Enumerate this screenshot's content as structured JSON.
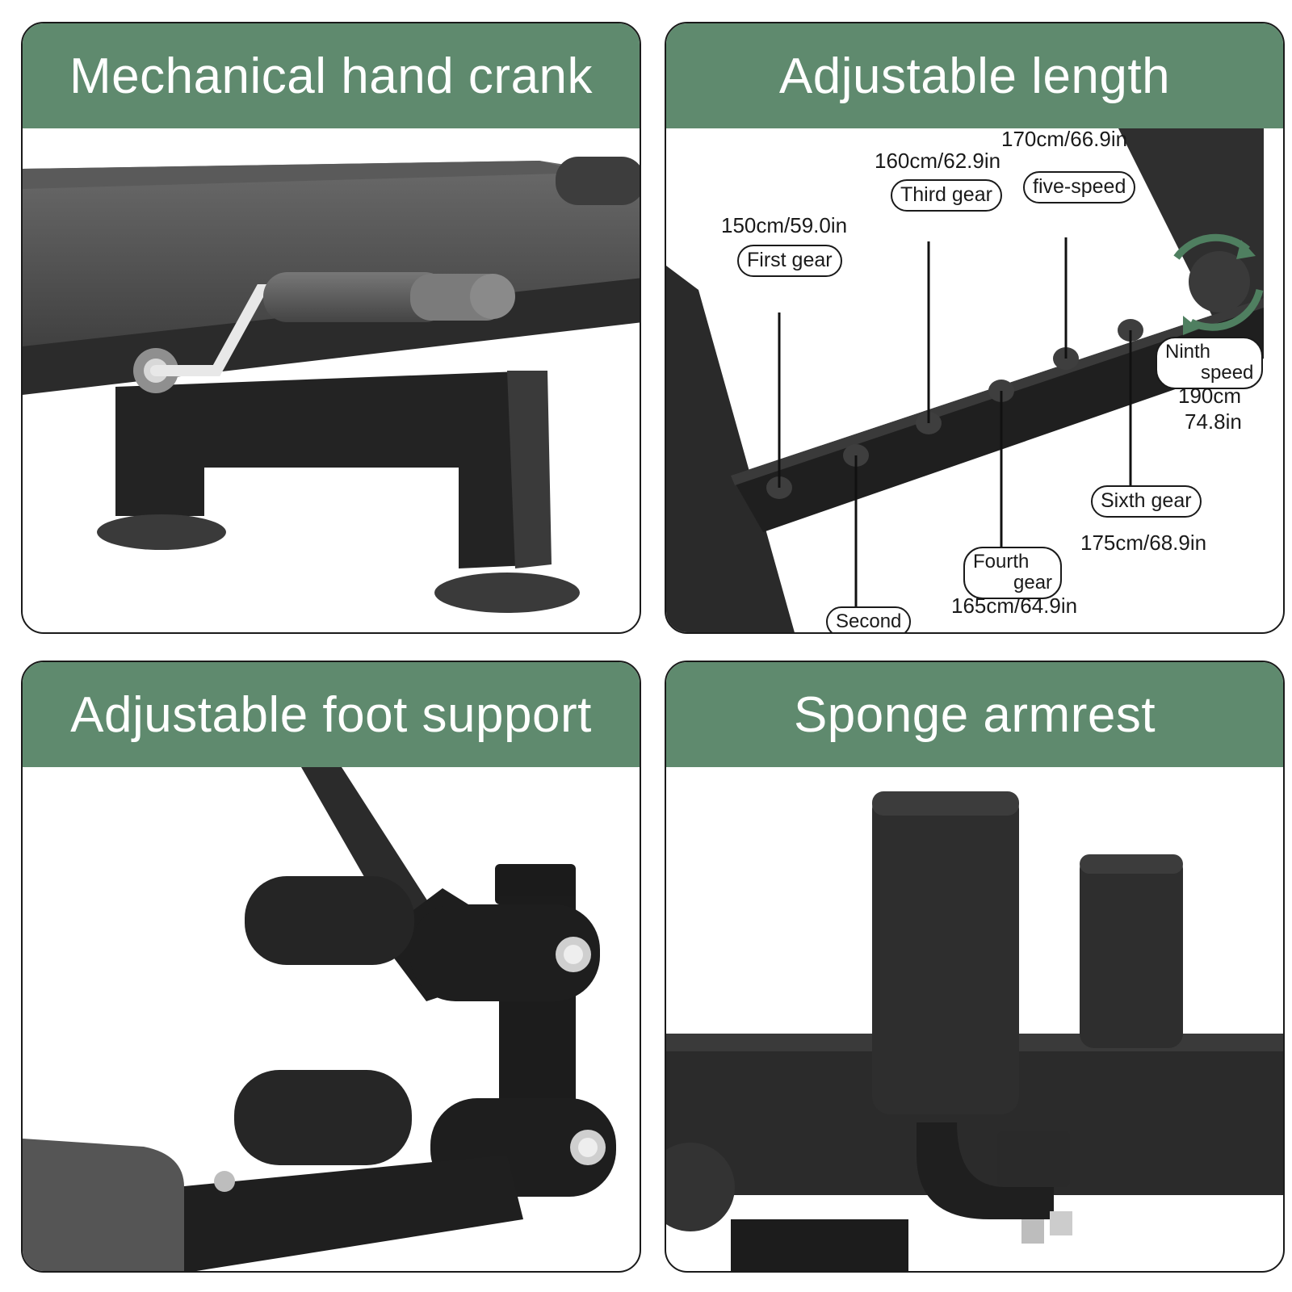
{
  "colors": {
    "header_bg": "#5f8a6e",
    "frame_dark": "#1f1f1f",
    "cushion_gray": "#4b4b4b",
    "rotate_arrow": "#4f7f60"
  },
  "panels": [
    {
      "title": "Mechanical hand crank"
    },
    {
      "title": "Adjustable length",
      "labels": {
        "first_gear": "First gear",
        "first_size": "150cm/59.0in",
        "second_gear": "Second",
        "third_gear": "Third gear",
        "third_size": "160cm/62.9in",
        "fourth_gear_1": "Fourth",
        "fourth_gear_2": "gear",
        "fourth_size": "165cm/64.9in",
        "five_speed": "five-speed",
        "five_size": "170cm/66.9in",
        "sixth_gear": "Sixth gear",
        "sixth_size": "175cm/68.9in",
        "ninth_speed_1": "Ninth",
        "ninth_speed_2": "speed",
        "ninth_size_1": "190cm",
        "ninth_size_2": "74.8in"
      },
      "icons": {
        "rotate": "rotate-arrows-icon"
      }
    },
    {
      "title": "Adjustable foot support"
    },
    {
      "title": "Sponge armrest"
    }
  ]
}
